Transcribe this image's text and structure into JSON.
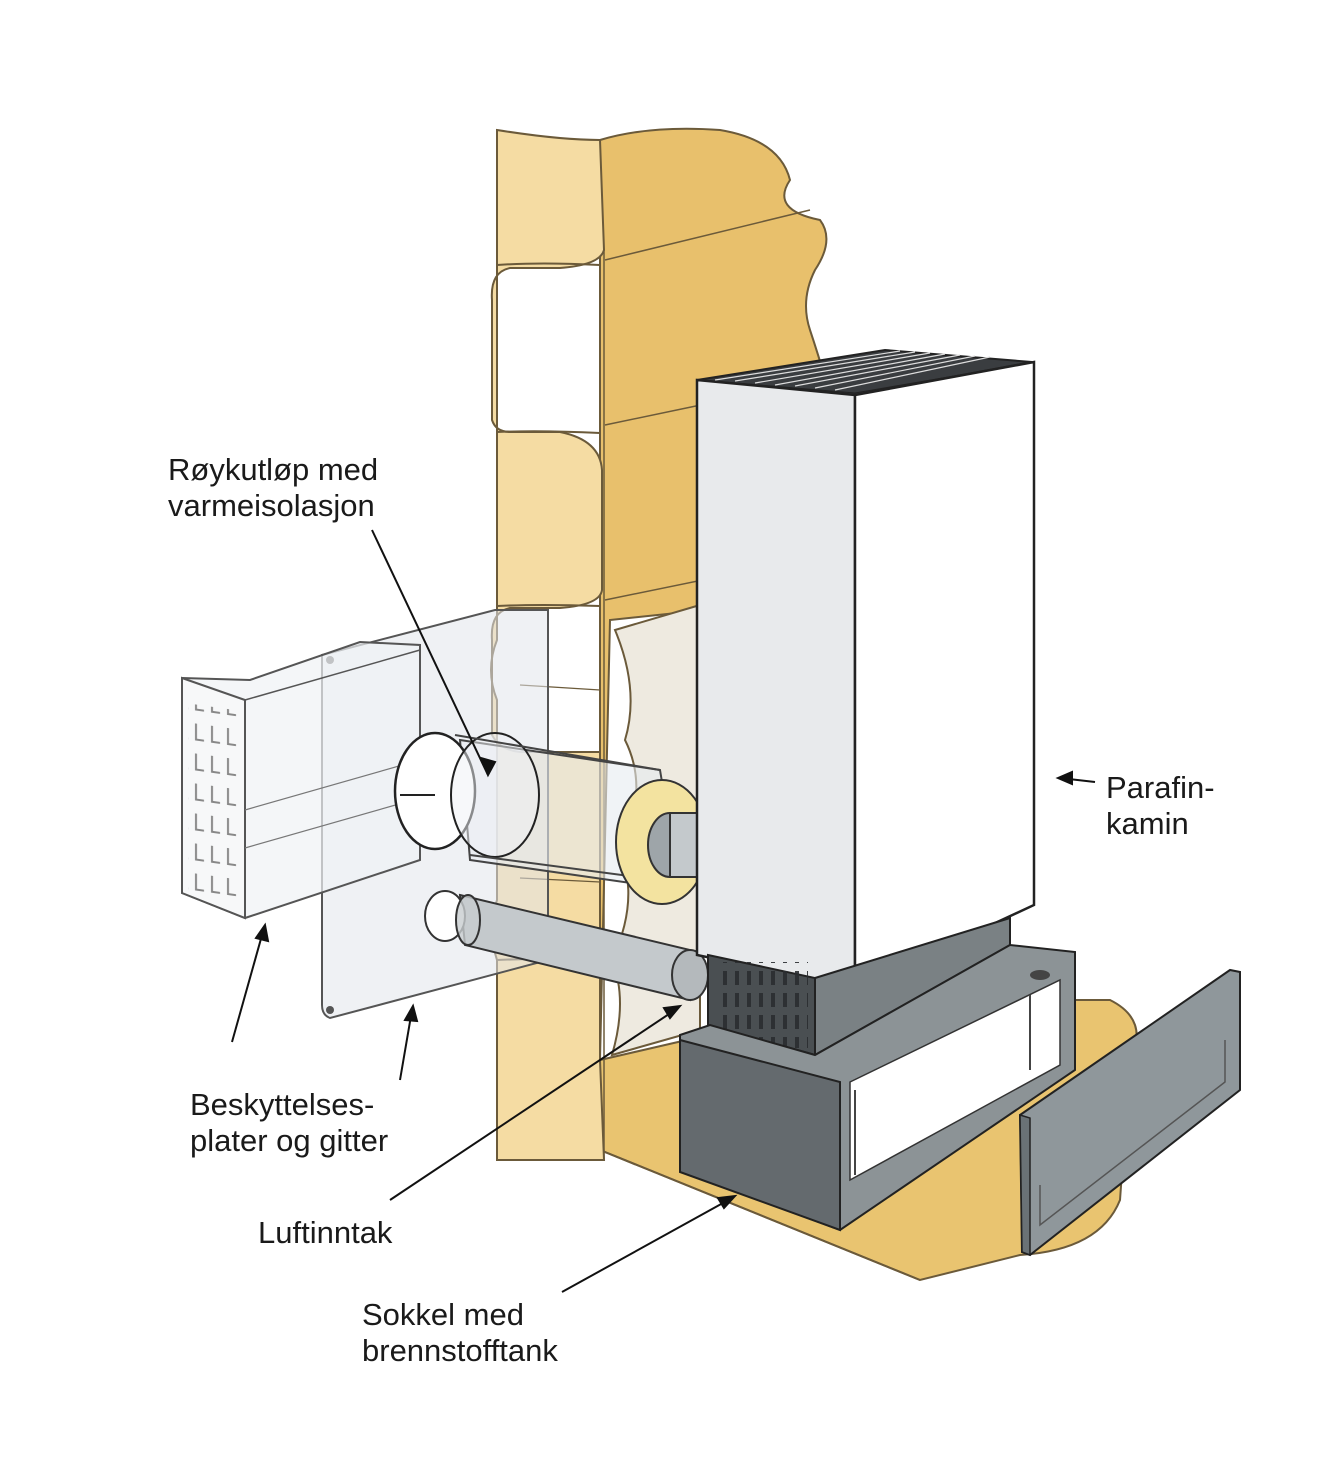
{
  "labels": {
    "flue": [
      "Røykutløp med",
      "varmeisolasjon"
    ],
    "heater": [
      "Parafin-",
      "kamin"
    ],
    "plates": [
      "Beskyttelses-",
      "plater og gitter"
    ],
    "intake": [
      "Luftinntak"
    ],
    "base": [
      "Sokkel med",
      "brennstofftank"
    ]
  },
  "colors": {
    "wood_light": "#f5dca3",
    "wood_dark": "#e8c06c",
    "outline": "#6b5a3a",
    "heater_face": "#e8eaec",
    "heater_side": "#ffffff",
    "base_dark": "#646a6e",
    "base_mid": "#8c9396",
    "insulation": "#f3e3a0",
    "pipe": "#c4c9cc"
  }
}
